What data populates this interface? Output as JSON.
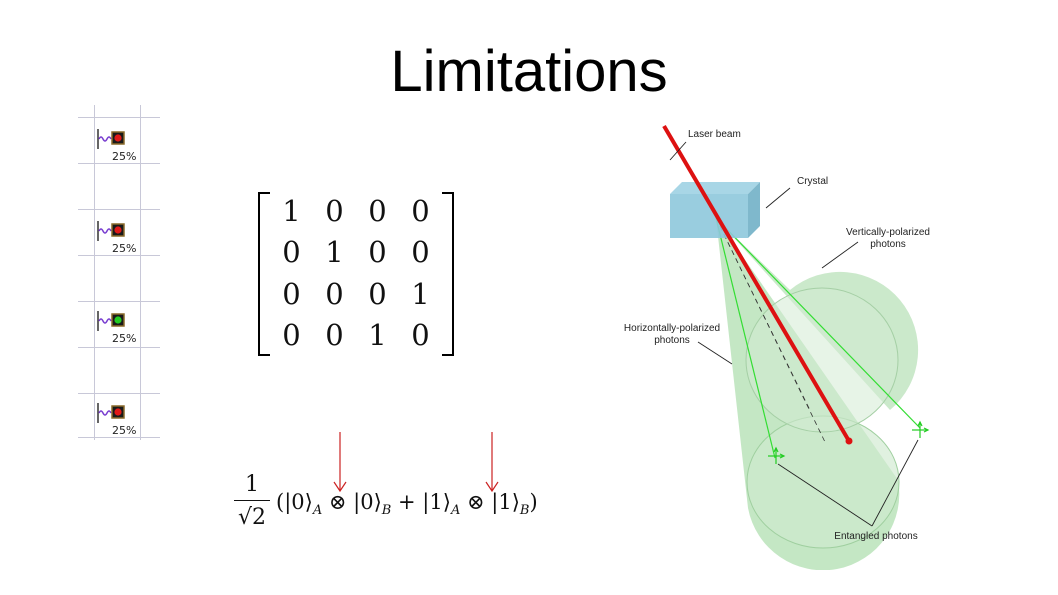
{
  "slide": {
    "title": "Limitations"
  },
  "qubits": [
    {
      "percent": "25%",
      "led_color": "#e01818"
    },
    {
      "percent": "25%",
      "led_color": "#e01818"
    },
    {
      "percent": "25%",
      "led_color": "#22cc22"
    },
    {
      "percent": "25%",
      "led_color": "#e01818"
    }
  ],
  "matrix": {
    "rows": [
      [
        "1",
        "0",
        "0",
        "0"
      ],
      [
        "0",
        "1",
        "0",
        "0"
      ],
      [
        "0",
        "0",
        "0",
        "1"
      ],
      [
        "0",
        "0",
        "1",
        "0"
      ]
    ]
  },
  "formula": {
    "numerator": "1",
    "denominator": "√2",
    "p1": "(|0⟩",
    "s1": "A",
    "p2": " ⊗ |0⟩",
    "s2": "B",
    "p3": " + |1⟩",
    "s3": "A",
    "p4": " ⊗ |1⟩",
    "s4": "B",
    "p5": ")"
  },
  "diagram": {
    "labels": {
      "laser_beam": "Laser beam",
      "crystal": "Crystal",
      "vertical_1": "Vertically-polarized",
      "vertical_2": "photons",
      "horizontal_1": "Horizontally-polarized",
      "horizontal_2": "photons",
      "entangled": "Entangled photons"
    },
    "colors": {
      "laser": "#dd1111",
      "crystal": "#8ec8dc",
      "cone": "#7cc97c",
      "photon_path": "#33dd33",
      "arrow": "#cc2222"
    }
  }
}
